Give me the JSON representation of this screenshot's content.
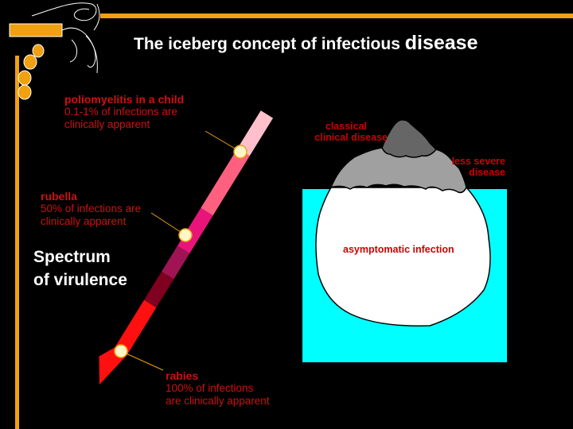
{
  "title": {
    "main": "The iceberg concept of infectious",
    "emphasis": "disease"
  },
  "spectrum_label": {
    "line1": "Spectrum",
    "line2": "of virulence"
  },
  "examples": [
    {
      "name": "poliomyelitis in a child",
      "line1": "0.1-1% of infections are",
      "line2": "clinically apparent"
    },
    {
      "name": "rubella",
      "line1": "50% of infections are",
      "line2": "clinically apparent"
    },
    {
      "name": "rabies",
      "line1": "100% of infections",
      "line2": "are clinically apparent"
    }
  ],
  "iceberg": {
    "classical_line1": "classical",
    "classical_line2": "clinical disease",
    "less_severe_line1": "less severe",
    "less_severe_line2": "disease",
    "asymptomatic": "asymptomatic infection"
  },
  "colors": {
    "background": "#000000",
    "accent_bar": "#f0a010",
    "water": "#00ffff",
    "label_red": "#cc1111",
    "iceberg_white": "#ffffff",
    "classical_grey": "#666666",
    "less_severe_grey": "#a0a0a0"
  }
}
